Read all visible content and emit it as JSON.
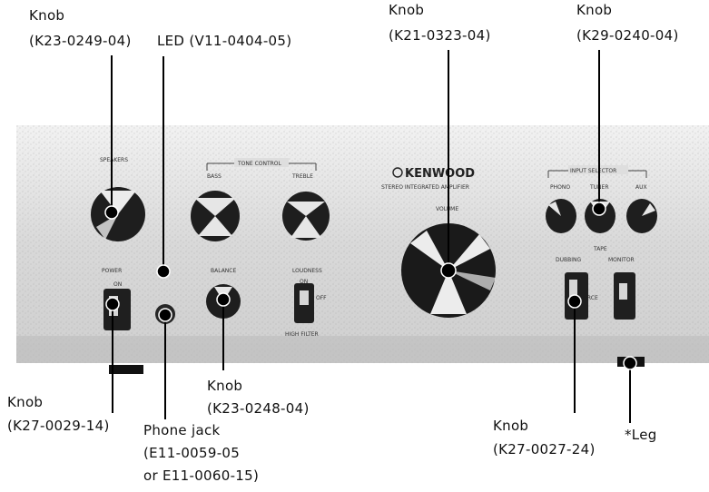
{
  "panel": {
    "brand": "KENWOOD",
    "model_line": "STEREO INTEGRATED AMPLIFIER",
    "speakers": "SPEAKERS",
    "tone_control": "TONE CONTROL",
    "bass": "BASS",
    "treble": "TREBLE",
    "power": "POWER",
    "balance": "BALANCE",
    "loudness": "LOUDNESS",
    "high_filter": "HIGH FILTER",
    "volume": "VOLUME",
    "input_selector": "INPUT SELECTOR",
    "phono": "PHONO",
    "tuner": "TUNER",
    "aux": "AUX",
    "tape": "TAPE",
    "dubbing": "DUBBING",
    "monitor": "MONITOR",
    "source": "SOURCE",
    "on": "ON",
    "off": "OFF"
  },
  "callouts": {
    "speakers_knob": {
      "title": "Knob",
      "part": "(K23-0249-04)"
    },
    "led": {
      "title": "LED (V11-0404-05)"
    },
    "volume_knob": {
      "title": "Knob",
      "part": "(K21-0323-04)"
    },
    "selector_knob": {
      "title": "Knob",
      "part": "(K29-0240-04)"
    },
    "power_knob": {
      "title": "Knob",
      "part": "(K27-0029-14)"
    },
    "phone_jack": {
      "title": "Phone jack",
      "part": "(E11-0059-05",
      "part_alt": "or E11-0060-15)"
    },
    "balance_knob": {
      "title": "Knob",
      "part": "(K23-0248-04)"
    },
    "tape_knob": {
      "title": "Knob",
      "part": "(K27-0027-24)"
    },
    "leg": {
      "title": "*Leg"
    }
  }
}
